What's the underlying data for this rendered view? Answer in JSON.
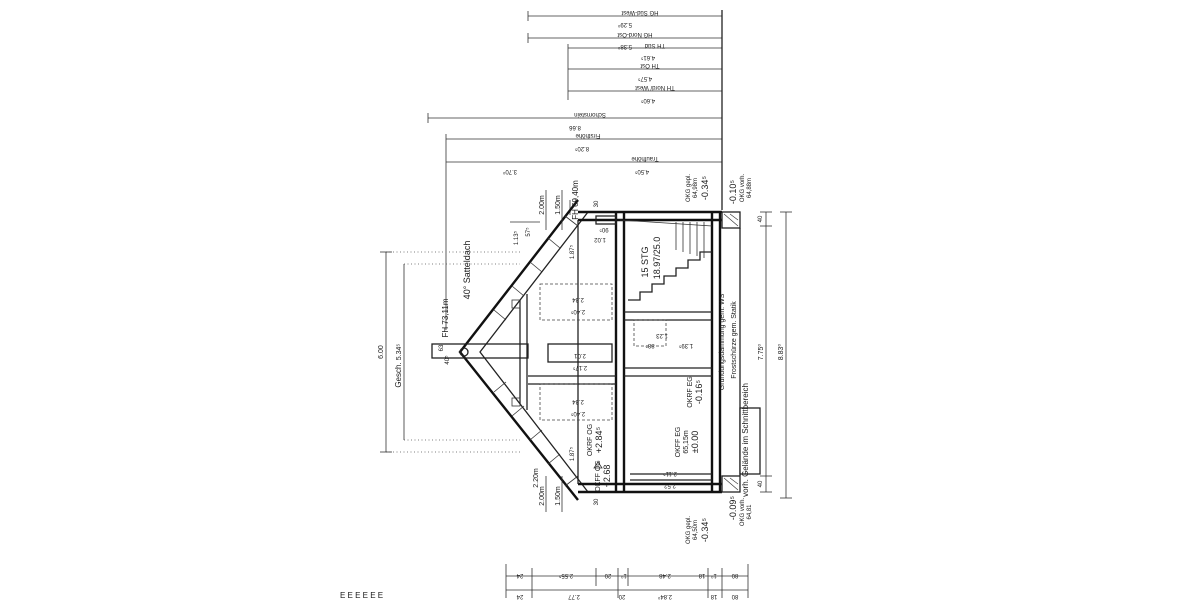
{
  "dims_top": {
    "hg_sued_west_label": "HG Süd-West",
    "hg_sued_west_value": "5.29⁰",
    "hg_nord_ost_label": "HG Nord-Ost",
    "hg_nord_ost_value": "5.38⁰",
    "th_sued_label": "TH Süd",
    "th_sued_value": "4.61⁵",
    "th_ost_label": "TH Ost",
    "th_ost_value": "4.57⁵",
    "th_nord_west_label": "TH Nord/ West",
    "th_nord_west_value": "4.60⁵",
    "schornstein_label": "Schornstein",
    "schornstein_value": "8.66",
    "firsthoehe_label": "Firsthöhe",
    "firsthoehe_value": "8.20⁵",
    "traufhoehe_label": "Traufhöhe",
    "traufhoehe_value": "4.50⁵",
    "roof_left_value": "3.70⁰"
  },
  "roof": {
    "fh_right": "FH 69,40m",
    "fh_main": "FH 73,11m",
    "dach": "40° Satteldach",
    "dim_200_top": "2.00m",
    "dim_150_top": "1.50m",
    "dim_30_top": "30",
    "dim_113": "1.13⁵",
    "dim_57": "57⁵",
    "dim_63": "63",
    "dim_40": "40⁵",
    "dim_200_bottom": "2.00m",
    "dim_150_bottom": "1.50m",
    "dim_30_bottom": "30",
    "dim_220": "2.20m"
  },
  "left_dims": {
    "total": "6.00",
    "gesch_label": "Gesch.",
    "gesch_value": "5.34⁵"
  },
  "interior": {
    "stairs_count": "15 STG",
    "stairs_ratio": "18.97/25.0",
    "dim_102": "1.02",
    "dim_90": "90⁵",
    "dim_187_top": "1.87⁵",
    "dim_234_top": "2.34",
    "dim_240_top": "2.40⁵",
    "dim_201": "2.01",
    "dim_217": "2.17⁵",
    "dim_234_bot": "2.34",
    "dim_240_bot": "2.40⁵",
    "dim_187_bot": "1.87⁵",
    "dim_123": "1.23",
    "dim_139": "1.39⁵",
    "dim_88": "88⁵",
    "dim_211": "2.11⁵",
    "dim_252": "2.52",
    "gruendung": "Gründungsdämmung gem. WS",
    "frostschuerze": "Frostschürze gem. Statik"
  },
  "levels": {
    "okrf_og_a_label": "OKRF OG",
    "okrf_og_a_value": "+2.84⁵",
    "okff_og_label": "OKFF OG",
    "okff_og_value": "+2.68",
    "okrf_eg_label": "OKRF EG",
    "okrf_eg_value": "-0.16⁵",
    "okff_eg_label": "OKFF EG",
    "okff_eg_nn": "65,15m",
    "okff_eg_value": "±0.00",
    "okg_top_gepl_label": "OKG gepl.",
    "okg_top_gepl_nn": "64,98m",
    "okg_top_gepl_value": "-0.34⁵",
    "okg_top_vorh_value": "-0.10⁵",
    "okg_top_vorh_label": "OKG vorh.",
    "okg_top_vorh_nn": "64,88m",
    "okg_bot_gepl_label": "OKG gepl.",
    "okg_bot_gepl_nn": "64,50m",
    "okg_bot_gepl_value": "-0.34⁵",
    "okg_bot_vorh_value": "-0.09⁵",
    "okg_bot_vorh_label": "OKG vorh.",
    "okg_bot_vorh_nn": "64,81"
  },
  "right_dims": {
    "d40_top": "40",
    "d775": "7.75⁰",
    "d883": "8.83⁰",
    "d40_bot": "40",
    "gelaende": "vorh. Gelände im Schnittbereich"
  },
  "bottom_dims_row1": [
    "24",
    "2.55⁵",
    "20",
    "1⁰",
    "2.48",
    "18",
    "1⁰",
    "80"
  ],
  "bottom_dims_row2": [
    "24",
    "2.77",
    "20",
    "2.84⁰",
    "18",
    "80"
  ],
  "corner_marks": "E E E E E E"
}
